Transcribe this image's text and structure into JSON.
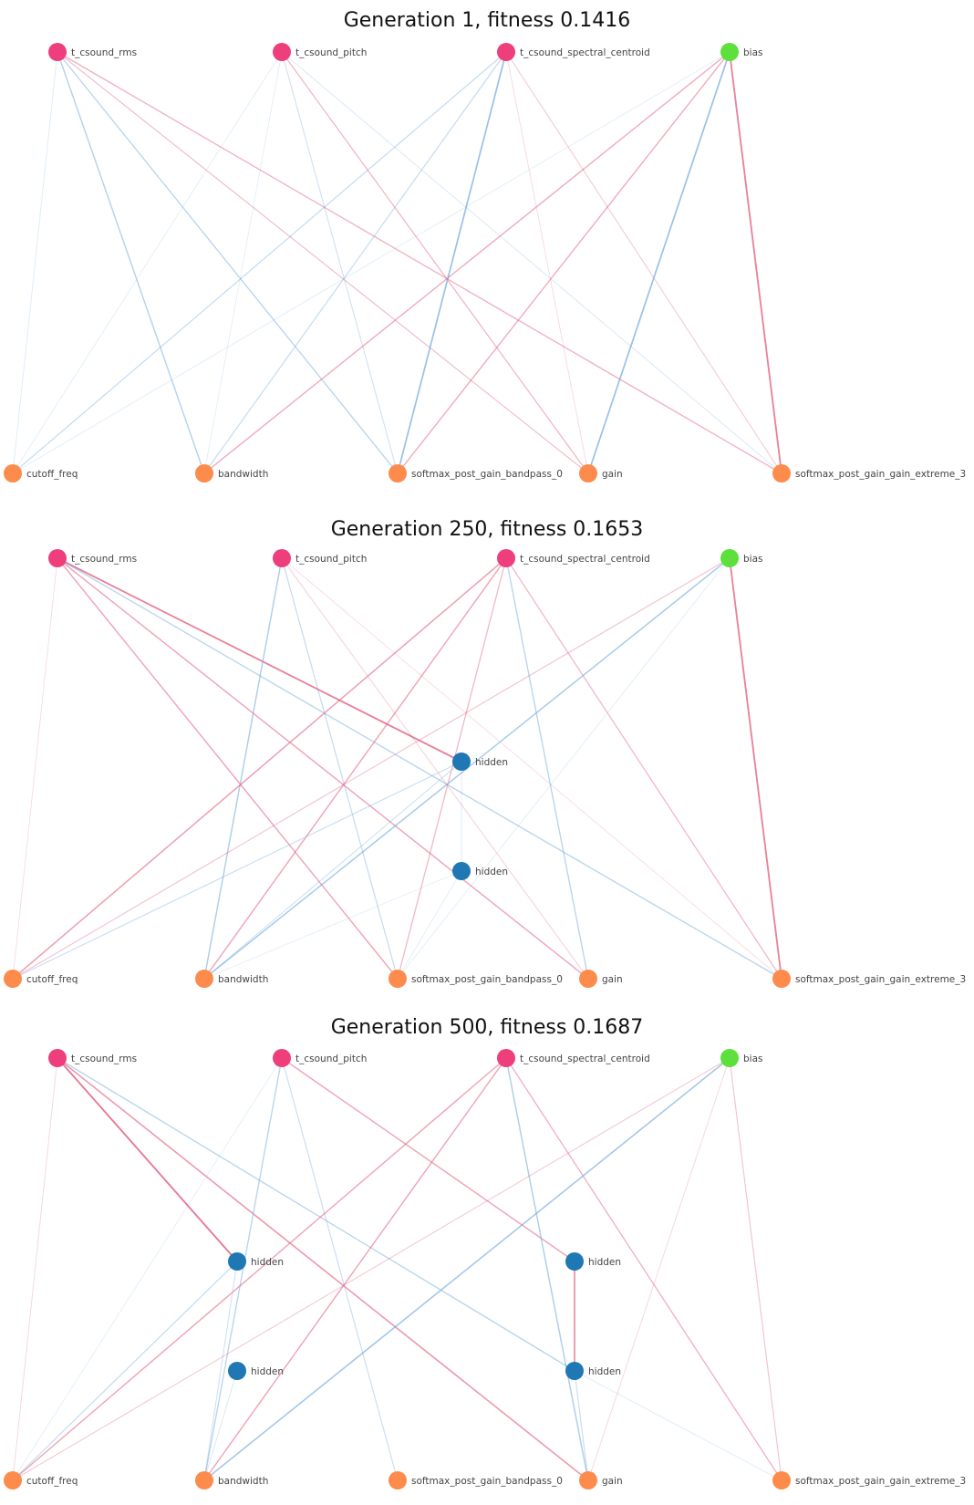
{
  "colors": {
    "input": "#ee3e7c",
    "bias": "#5ddf3c",
    "output": "#fd8b4c",
    "hidden": "#1f77b4",
    "edge_positive": "#e0607f",
    "edge_negative": "#6fa8dc"
  },
  "panels": [
    {
      "title": "Generation 1, fitness 0.1416",
      "nodes": [
        {
          "id": "in0",
          "label": "t_csound_rms",
          "kind": "input"
        },
        {
          "id": "in1",
          "label": "t_csound_pitch",
          "kind": "input"
        },
        {
          "id": "in2",
          "label": "t_csound_spectral_centroid",
          "kind": "input"
        },
        {
          "id": "bias",
          "label": "bias",
          "kind": "bias"
        },
        {
          "id": "o0",
          "label": "cutoff_freq",
          "kind": "output"
        },
        {
          "id": "o1",
          "label": "bandwidth",
          "kind": "output"
        },
        {
          "id": "o2",
          "label": "softmax_post_gain_bandpass_0",
          "kind": "output"
        },
        {
          "id": "o3",
          "label": "gain",
          "kind": "output"
        },
        {
          "id": "o4",
          "label": "softmax_post_gain_gain_extreme_3",
          "kind": "output"
        }
      ],
      "edges": [
        {
          "from": "in0",
          "to": "o1",
          "sign": "neg",
          "strength": 0.5
        },
        {
          "from": "in0",
          "to": "o2",
          "sign": "neg",
          "strength": 0.45
        },
        {
          "from": "in0",
          "to": "o3",
          "sign": "pos",
          "strength": 0.35
        },
        {
          "from": "in0",
          "to": "o4",
          "sign": "pos",
          "strength": 0.45
        },
        {
          "from": "in0",
          "to": "o0",
          "sign": "neg",
          "strength": 0.1
        },
        {
          "from": "in1",
          "to": "o3",
          "sign": "pos",
          "strength": 0.4
        },
        {
          "from": "in1",
          "to": "o2",
          "sign": "neg",
          "strength": 0.25
        },
        {
          "from": "in1",
          "to": "o4",
          "sign": "neg",
          "strength": 0.15
        },
        {
          "from": "in1",
          "to": "o0",
          "sign": "neg",
          "strength": 0.08
        },
        {
          "from": "in1",
          "to": "o1",
          "sign": "neg",
          "strength": 0.06
        },
        {
          "from": "in2",
          "to": "o0",
          "sign": "neg",
          "strength": 0.35
        },
        {
          "from": "in2",
          "to": "o1",
          "sign": "neg",
          "strength": 0.35
        },
        {
          "from": "in2",
          "to": "o2",
          "sign": "neg",
          "strength": 0.75
        },
        {
          "from": "in2",
          "to": "o3",
          "sign": "pos",
          "strength": 0.12
        },
        {
          "from": "in2",
          "to": "o4",
          "sign": "pos",
          "strength": 0.25
        },
        {
          "from": "bias",
          "to": "o1",
          "sign": "pos",
          "strength": 0.5
        },
        {
          "from": "bias",
          "to": "o2",
          "sign": "pos",
          "strength": 0.5
        },
        {
          "from": "bias",
          "to": "o3",
          "sign": "neg",
          "strength": 0.75
        },
        {
          "from": "bias",
          "to": "o4",
          "sign": "pos",
          "strength": 0.85
        },
        {
          "from": "bias",
          "to": "o0",
          "sign": "neg",
          "strength": 0.08
        }
      ]
    },
    {
      "title": "Generation 250, fitness 0.1653",
      "nodes": [
        {
          "id": "in0",
          "label": "t_csound_rms",
          "kind": "input"
        },
        {
          "id": "in1",
          "label": "t_csound_pitch",
          "kind": "input"
        },
        {
          "id": "in2",
          "label": "t_csound_spectral_centroid",
          "kind": "input"
        },
        {
          "id": "bias",
          "label": "bias",
          "kind": "bias"
        },
        {
          "id": "h0",
          "label": "hidden",
          "kind": "hidden"
        },
        {
          "id": "h1",
          "label": "hidden",
          "kind": "hidden"
        },
        {
          "id": "o0",
          "label": "cutoff_freq",
          "kind": "output"
        },
        {
          "id": "o1",
          "label": "bandwidth",
          "kind": "output"
        },
        {
          "id": "o2",
          "label": "softmax_post_gain_bandpass_0",
          "kind": "output"
        },
        {
          "id": "o3",
          "label": "gain",
          "kind": "output"
        },
        {
          "id": "o4",
          "label": "softmax_post_gain_gain_extreme_3",
          "kind": "output"
        }
      ],
      "edges": [
        {
          "from": "in0",
          "to": "h0",
          "sign": "pos",
          "strength": 0.85
        },
        {
          "from": "in0",
          "to": "o2",
          "sign": "pos",
          "strength": 0.55
        },
        {
          "from": "in0",
          "to": "o3",
          "sign": "pos",
          "strength": 0.55
        },
        {
          "from": "in0",
          "to": "o4",
          "sign": "neg",
          "strength": 0.45
        },
        {
          "from": "in0",
          "to": "o0",
          "sign": "pos",
          "strength": 0.1
        },
        {
          "from": "in1",
          "to": "o1",
          "sign": "neg",
          "strength": 0.55
        },
        {
          "from": "in1",
          "to": "o2",
          "sign": "neg",
          "strength": 0.35
        },
        {
          "from": "in1",
          "to": "o3",
          "sign": "pos",
          "strength": 0.2
        },
        {
          "from": "in1",
          "to": "o4",
          "sign": "pos",
          "strength": 0.1
        },
        {
          "from": "in2",
          "to": "o0",
          "sign": "pos",
          "strength": 0.6
        },
        {
          "from": "in2",
          "to": "o1",
          "sign": "pos",
          "strength": 0.55
        },
        {
          "from": "in2",
          "to": "o2",
          "sign": "pos",
          "strength": 0.4
        },
        {
          "from": "in2",
          "to": "o3",
          "sign": "neg",
          "strength": 0.45
        },
        {
          "from": "in2",
          "to": "o4",
          "sign": "pos",
          "strength": 0.4
        },
        {
          "from": "bias",
          "to": "o4",
          "sign": "pos",
          "strength": 0.85
        },
        {
          "from": "bias",
          "to": "o1",
          "sign": "neg",
          "strength": 0.6
        },
        {
          "from": "bias",
          "to": "o0",
          "sign": "pos",
          "strength": 0.3
        },
        {
          "from": "bias",
          "to": "o2",
          "sign": "neg",
          "strength": 0.08
        },
        {
          "from": "h0",
          "to": "o0",
          "sign": "neg",
          "strength": 0.3
        },
        {
          "from": "h0",
          "to": "o1",
          "sign": "neg",
          "strength": 0.25
        },
        {
          "from": "h0",
          "to": "h1",
          "sign": "neg",
          "strength": 0.1
        },
        {
          "from": "h1",
          "to": "o1",
          "sign": "neg",
          "strength": 0.08
        },
        {
          "from": "h1",
          "to": "o2",
          "sign": "neg",
          "strength": 0.08
        }
      ]
    },
    {
      "title": "Generation 500, fitness 0.1687",
      "nodes": [
        {
          "id": "in0",
          "label": "t_csound_rms",
          "kind": "input"
        },
        {
          "id": "in1",
          "label": "t_csound_pitch",
          "kind": "input"
        },
        {
          "id": "in2",
          "label": "t_csound_spectral_centroid",
          "kind": "input"
        },
        {
          "id": "bias",
          "label": "bias",
          "kind": "bias"
        },
        {
          "id": "hA",
          "label": "hidden",
          "kind": "hidden"
        },
        {
          "id": "hB",
          "label": "hidden",
          "kind": "hidden"
        },
        {
          "id": "hC",
          "label": "hidden",
          "kind": "hidden"
        },
        {
          "id": "hD",
          "label": "hidden",
          "kind": "hidden"
        },
        {
          "id": "o0",
          "label": "cutoff_freq",
          "kind": "output"
        },
        {
          "id": "o1",
          "label": "bandwidth",
          "kind": "output"
        },
        {
          "id": "o2",
          "label": "softmax_post_gain_bandpass_0",
          "kind": "output"
        },
        {
          "id": "o3",
          "label": "gain",
          "kind": "output"
        },
        {
          "id": "o4",
          "label": "softmax_post_gain_gain_extreme_3",
          "kind": "output"
        }
      ],
      "edges": [
        {
          "from": "in0",
          "to": "hA",
          "sign": "pos",
          "strength": 0.9
        },
        {
          "from": "in0",
          "to": "o3",
          "sign": "pos",
          "strength": 0.65
        },
        {
          "from": "in0",
          "to": "hD",
          "sign": "neg",
          "strength": 0.45
        },
        {
          "from": "in0",
          "to": "o0",
          "sign": "pos",
          "strength": 0.15
        },
        {
          "from": "in1",
          "to": "o1",
          "sign": "neg",
          "strength": 0.45
        },
        {
          "from": "in1",
          "to": "o2",
          "sign": "neg",
          "strength": 0.3
        },
        {
          "from": "in1",
          "to": "hC",
          "sign": "pos",
          "strength": 0.55
        },
        {
          "from": "in1",
          "to": "o0",
          "sign": "neg",
          "strength": 0.06
        },
        {
          "from": "in2",
          "to": "o0",
          "sign": "pos",
          "strength": 0.55
        },
        {
          "from": "in2",
          "to": "o1",
          "sign": "pos",
          "strength": 0.55
        },
        {
          "from": "in2",
          "to": "o3",
          "sign": "neg",
          "strength": 0.55
        },
        {
          "from": "in2",
          "to": "o4",
          "sign": "pos",
          "strength": 0.45
        },
        {
          "from": "bias",
          "to": "o1",
          "sign": "neg",
          "strength": 0.65
        },
        {
          "from": "bias",
          "to": "o0",
          "sign": "pos",
          "strength": 0.25
        },
        {
          "from": "bias",
          "to": "o3",
          "sign": "pos",
          "strength": 0.15
        },
        {
          "from": "bias",
          "to": "o4",
          "sign": "pos",
          "strength": 0.3
        },
        {
          "from": "hA",
          "to": "o0",
          "sign": "neg",
          "strength": 0.35
        },
        {
          "from": "hA",
          "to": "o1",
          "sign": "neg",
          "strength": 0.25
        },
        {
          "from": "hB",
          "to": "o1",
          "sign": "neg",
          "strength": 0.15
        },
        {
          "from": "hC",
          "to": "hD",
          "sign": "pos",
          "strength": 0.75
        },
        {
          "from": "hD",
          "to": "o3",
          "sign": "neg",
          "strength": 0.3
        },
        {
          "from": "hD",
          "to": "o4",
          "sign": "neg",
          "strength": 0.1
        }
      ]
    }
  ]
}
